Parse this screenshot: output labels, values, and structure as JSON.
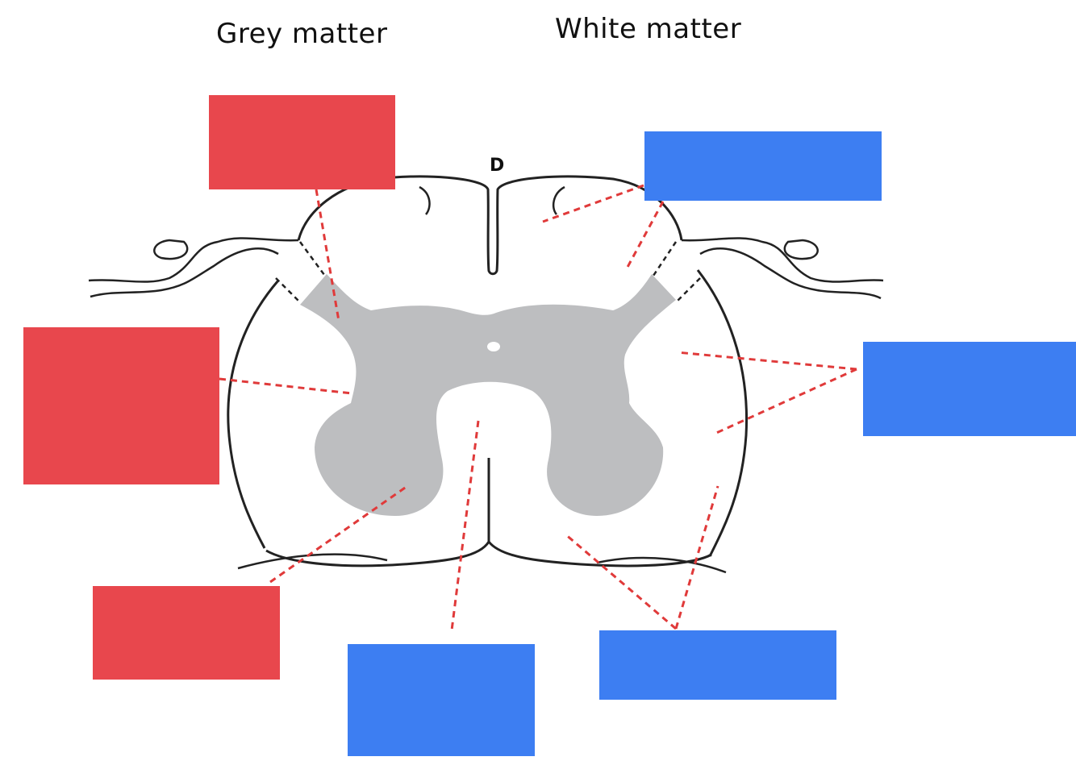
{
  "headings": {
    "grey_matter": "Grey matter",
    "white_matter": "White matter"
  },
  "diagram": {
    "orientation_label": "D"
  },
  "label_boxes": {
    "grey": [
      {
        "name": "dorsal-horn-label",
        "text": ""
      },
      {
        "name": "lateral-horn-label",
        "text": ""
      },
      {
        "name": "ventral-horn-label",
        "text": ""
      }
    ],
    "white": [
      {
        "name": "dorsal-column-label",
        "text": ""
      },
      {
        "name": "lateral-column-label",
        "text": ""
      },
      {
        "name": "anterior-median-fissure-label",
        "text": ""
      },
      {
        "name": "ventral-column-label",
        "text": ""
      }
    ]
  },
  "colors": {
    "grey_label": "#e8474d",
    "white_label": "#3d7ef2",
    "leader_line": "#e03a3a",
    "grey_matter_fill": "#bdbec0",
    "outline": "#222222"
  }
}
